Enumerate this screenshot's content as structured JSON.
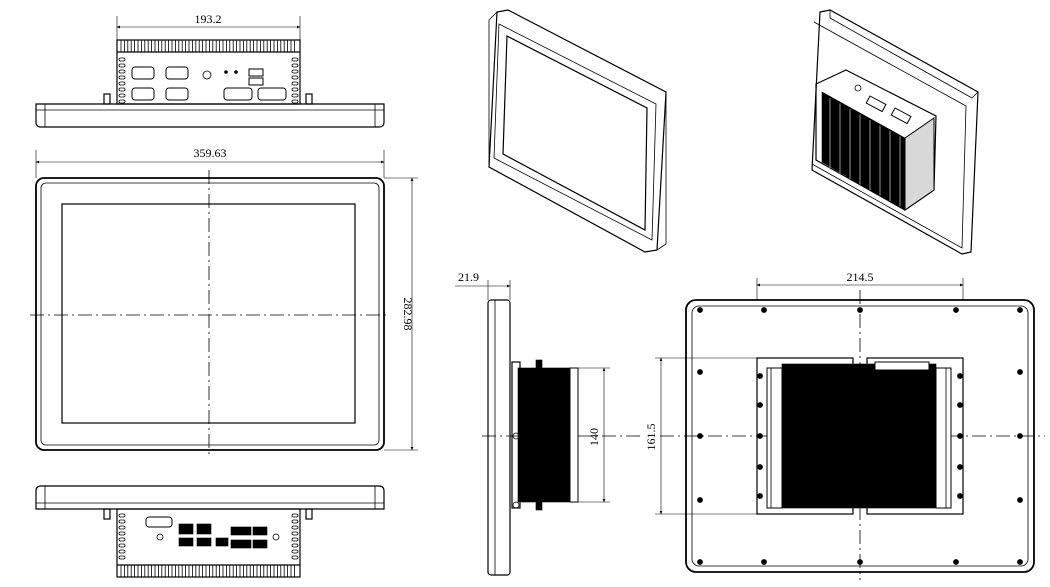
{
  "dimensions": {
    "io_width": "193.2",
    "panel_width": "359.63",
    "panel_height": "282.98",
    "depth": "21.9",
    "box_height_side": "140",
    "mount_height": "161.5",
    "mount_width": "214.5"
  },
  "views": [
    "top-view",
    "front-view",
    "bottom-view",
    "iso-front-view",
    "iso-rear-view",
    "side-view",
    "rear-view"
  ]
}
